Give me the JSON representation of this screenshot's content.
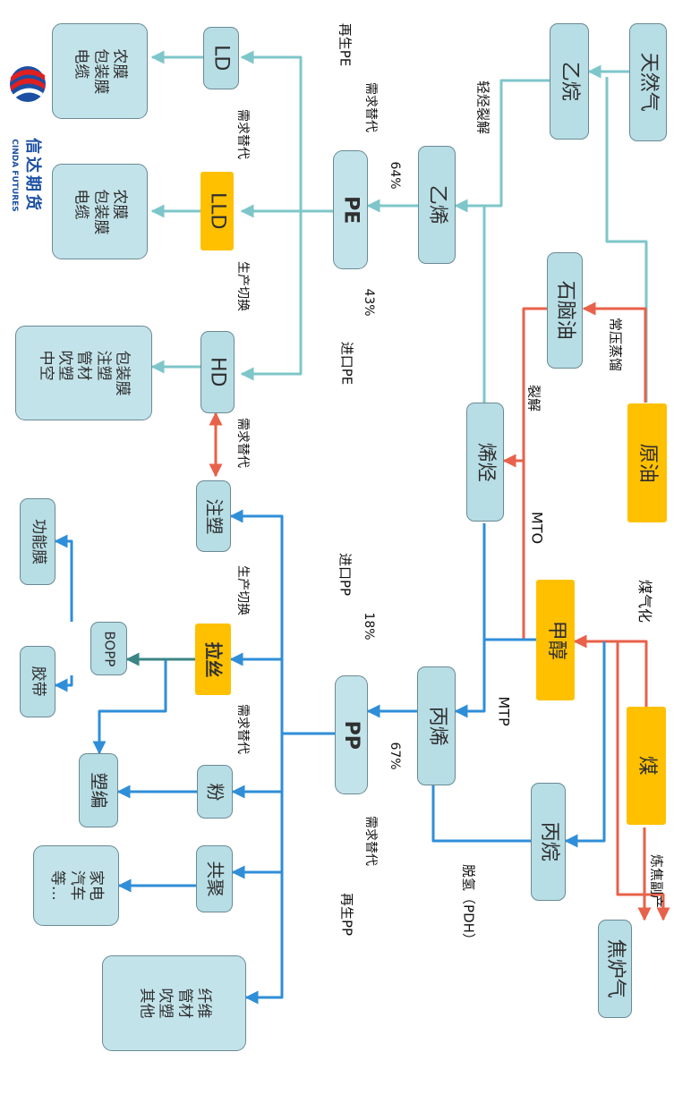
{
  "colors": {
    "teal": "#7ec6ca",
    "blue": "#2f8ed8",
    "red": "#e8614a",
    "dark": "#3b8585",
    "box_fill": "#b7dde5",
    "highlight": "#ffc000"
  },
  "logo": {
    "cn": "信达期货",
    "en": "CINDA FUTURES"
  },
  "nodes": {
    "tianranqi": "天然气",
    "yiwan": "乙烷",
    "shinaoyou": "石脑油",
    "yuanyou": "原油",
    "meiqihua_jiachun": "甲醇",
    "mei": "煤",
    "bingwan": "丙烷",
    "jiaoluqi": "焦炉气",
    "yixi": "乙烯",
    "xiting": "烯烃",
    "bingxi": "丙烯",
    "pe": "PE",
    "pp": "PP",
    "ld": "LD",
    "lld": "LLD",
    "hd": "HD",
    "zhusu": "注塑",
    "lasi": "拉丝",
    "fen": "粉",
    "gongju": "共聚",
    "bopp": "BOPP",
    "ld_uses": "农膜\n包装膜\n电缆",
    "lld_uses": "农膜\n包装膜\n电缆",
    "hd_uses": "包装膜\n注塑\n管材\n吹塑\n中空",
    "gongnengmo": "功能膜",
    "jiaodai": "胶带",
    "subian": "塑编",
    "gongju_uses": "家电\n汽车\n等…",
    "pp_other_uses": "纤维\n管材\n吹塑\n其他"
  },
  "labels": {
    "qingting": "轻烃裂解",
    "changya": "常压蒸馏",
    "liejie": "裂解",
    "mto": "MTO",
    "meiqihua": "煤气化",
    "mtp": "MTP",
    "lianjiao": "炼焦副产",
    "tuoqing": "脱氢（PDH）",
    "pe_recycle": "再生PE",
    "pe_demand_sub": "需求替代",
    "pe_share": "64%",
    "pe_import_pct": "43%",
    "pe_import": "进口PE",
    "ld_demand_sub": "需求替代",
    "lld_switch": "生产切换",
    "hd_demand_sub": "需求替代",
    "pp_switch": "生产切换",
    "pp_import": "进口PP",
    "pp_import_pct": "18%",
    "pp_demand_sub": "需求替代",
    "pp_share": "67%",
    "pp_demand_sub2": "需求替代",
    "pp_recycle": "再生PP"
  }
}
